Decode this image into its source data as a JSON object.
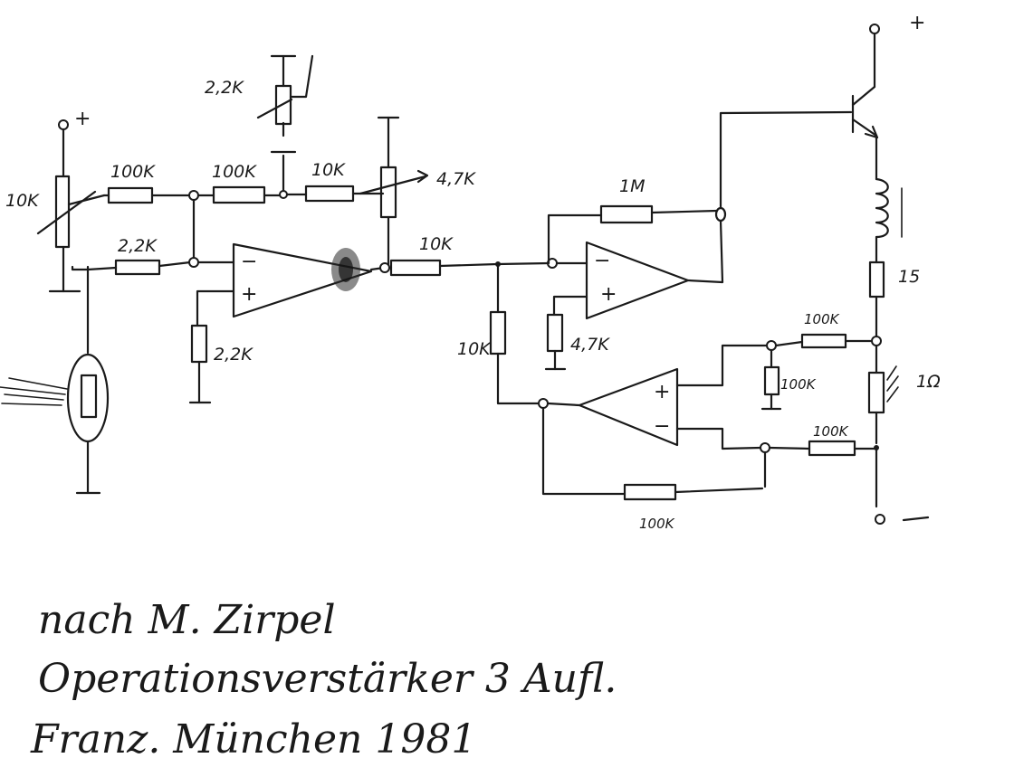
{
  "labels": {
    "pot_input": "10K",
    "r_series_1": "100K",
    "r_series_2": "100K",
    "r_series_3": "10K",
    "trimmer_top": "2,2K",
    "pot_right": "4,7K",
    "r_minus_in": "2,2K",
    "r_plus_gnd": "2,2K",
    "r_stage2_in": "10K",
    "r_feedback": "1M",
    "r_shunt": "10K",
    "r_plus_gnd2": "4,7K",
    "r_sense_top": "100K",
    "r_sense_mid": "100K",
    "r_sense_bot": "100K",
    "r_loop": "100K",
    "r_coil": "15",
    "r_shunt_out": "1Ω"
  },
  "symbols": {
    "plus": "+",
    "minus": "−",
    "supply_plus": "+",
    "supply_minus": "—"
  },
  "note": {
    "line1": "nach  M. Zirpel",
    "line2": "Operationsverstärker  3 Aufl.",
    "line3": "Franz. München  1981"
  }
}
